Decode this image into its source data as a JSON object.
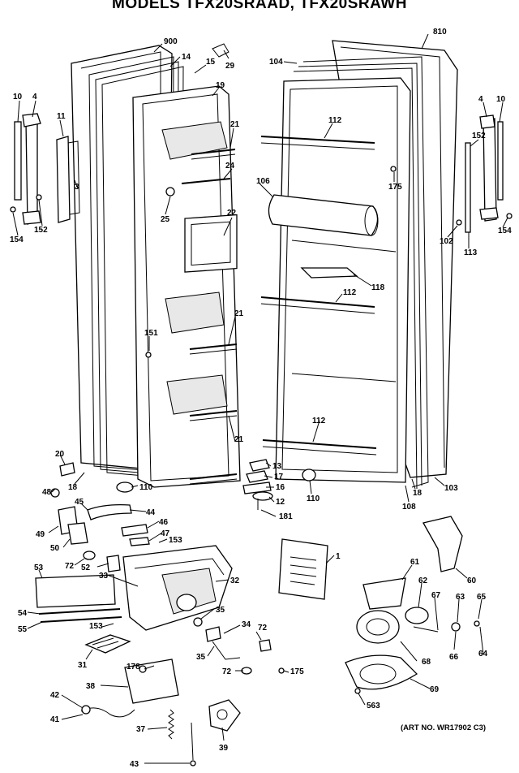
{
  "title": "MODELS TFX20SRAAD, TFX20SRAWH",
  "art_number": "(ART NO. WR17902 C3)",
  "callouts": [
    {
      "id": "900",
      "text": "900"
    },
    {
      "id": "14",
      "text": "14"
    },
    {
      "id": "15",
      "text": "15"
    },
    {
      "id": "29",
      "text": "29"
    },
    {
      "id": "104",
      "text": "104"
    },
    {
      "id": "810",
      "text": "810"
    },
    {
      "id": "10L",
      "text": "10"
    },
    {
      "id": "4L",
      "text": "4"
    },
    {
      "id": "11",
      "text": "11"
    },
    {
      "id": "19",
      "text": "19"
    },
    {
      "id": "21a",
      "text": "21"
    },
    {
      "id": "112a",
      "text": "112"
    },
    {
      "id": "4R",
      "text": "4"
    },
    {
      "id": "10R",
      "text": "10"
    },
    {
      "id": "152R",
      "text": "152"
    },
    {
      "id": "3",
      "text": "3"
    },
    {
      "id": "24",
      "text": "24"
    },
    {
      "id": "106",
      "text": "106"
    },
    {
      "id": "175a",
      "text": "175"
    },
    {
      "id": "25",
      "text": "25"
    },
    {
      "id": "22",
      "text": "22"
    },
    {
      "id": "152L",
      "text": "152"
    },
    {
      "id": "154L",
      "text": "154"
    },
    {
      "id": "102",
      "text": "102"
    },
    {
      "id": "154R",
      "text": "154"
    },
    {
      "id": "113",
      "text": "113"
    },
    {
      "id": "118",
      "text": "118"
    },
    {
      "id": "112b",
      "text": "112"
    },
    {
      "id": "21b",
      "text": "21"
    },
    {
      "id": "151",
      "text": "151"
    },
    {
      "id": "112c",
      "text": "112"
    },
    {
      "id": "21c",
      "text": "21"
    },
    {
      "id": "20",
      "text": "20"
    },
    {
      "id": "13",
      "text": "13"
    },
    {
      "id": "17",
      "text": "17"
    },
    {
      "id": "18L",
      "text": "18"
    },
    {
      "id": "110L",
      "text": "110"
    },
    {
      "id": "16",
      "text": "16"
    },
    {
      "id": "110R",
      "text": "110"
    },
    {
      "id": "18R",
      "text": "18"
    },
    {
      "id": "103",
      "text": "103"
    },
    {
      "id": "48",
      "text": "48"
    },
    {
      "id": "12",
      "text": "12"
    },
    {
      "id": "108",
      "text": "108"
    },
    {
      "id": "45",
      "text": "45"
    },
    {
      "id": "181",
      "text": "181"
    },
    {
      "id": "44",
      "text": "44"
    },
    {
      "id": "49",
      "text": "49"
    },
    {
      "id": "46",
      "text": "46"
    },
    {
      "id": "47",
      "text": "47"
    },
    {
      "id": "50",
      "text": "50"
    },
    {
      "id": "153a",
      "text": "153"
    },
    {
      "id": "1",
      "text": "1"
    },
    {
      "id": "72a",
      "text": "72"
    },
    {
      "id": "52",
      "text": "52"
    },
    {
      "id": "53",
      "text": "53"
    },
    {
      "id": "61",
      "text": "61"
    },
    {
      "id": "60",
      "text": "60"
    },
    {
      "id": "33",
      "text": "33"
    },
    {
      "id": "32",
      "text": "32"
    },
    {
      "id": "62",
      "text": "62"
    },
    {
      "id": "67",
      "text": "67"
    },
    {
      "id": "63",
      "text": "63"
    },
    {
      "id": "65",
      "text": "65"
    },
    {
      "id": "54",
      "text": "54"
    },
    {
      "id": "35a",
      "text": "35"
    },
    {
      "id": "55",
      "text": "55"
    },
    {
      "id": "153b",
      "text": "153"
    },
    {
      "id": "34",
      "text": "34"
    },
    {
      "id": "72b",
      "text": "72"
    },
    {
      "id": "66",
      "text": "66"
    },
    {
      "id": "64",
      "text": "64"
    },
    {
      "id": "31",
      "text": "31"
    },
    {
      "id": "35b",
      "text": "35"
    },
    {
      "id": "68",
      "text": "68"
    },
    {
      "id": "178",
      "text": "178"
    },
    {
      "id": "72c",
      "text": "72"
    },
    {
      "id": "175b",
      "text": "175"
    },
    {
      "id": "38",
      "text": "38"
    },
    {
      "id": "69",
      "text": "69"
    },
    {
      "id": "42",
      "text": "42"
    },
    {
      "id": "563",
      "text": "563"
    },
    {
      "id": "41",
      "text": "41"
    },
    {
      "id": "37",
      "text": "37"
    },
    {
      "id": "39",
      "text": "39"
    },
    {
      "id": "43",
      "text": "43"
    }
  ]
}
